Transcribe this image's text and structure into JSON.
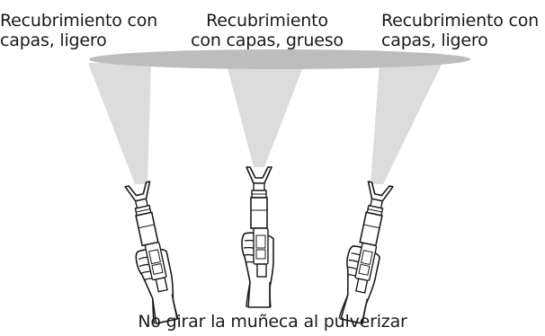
{
  "labels": {
    "left": [
      "Recubrimiento con",
      "capas, ligero"
    ],
    "center": [
      "Recubrimiento",
      "con capas, grueso"
    ],
    "right": [
      "Recubrimiento con",
      "capas, ligero"
    ]
  },
  "caption": "No girar la muñeca al pulverizar",
  "colors": {
    "spray": "#d9d9d9",
    "coat": "#bfbfbf",
    "line": "#1a1a1a"
  },
  "icons": [
    "spray-gun-icon",
    "hand-icon"
  ]
}
